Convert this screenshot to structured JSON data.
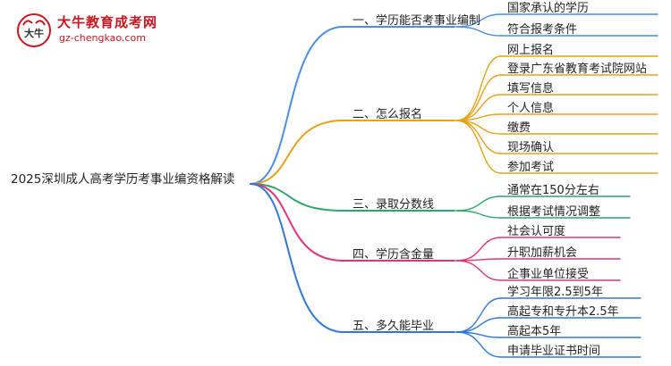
{
  "logo": {
    "title": "大牛教育成考网",
    "url": "gz-chengkao.com",
    "badge_glyph": "大牛"
  },
  "root": {
    "label": "2025深圳成人高考学历考事业编资格解读"
  },
  "branches": [
    {
      "label": "一、学历能否考事业编制",
      "color": "#4a8ee6",
      "children": [
        "国家承认的学历",
        "符合报考条件"
      ]
    },
    {
      "label": "二、怎么报名",
      "color": "#e8a21a",
      "children": [
        "网上报名",
        "登录广东省教育考试院网站",
        "填写信息",
        "个人信息",
        "缴费",
        "现场确认",
        "参加考试"
      ]
    },
    {
      "label": "三、录取分数线",
      "color": "#2aa86a",
      "children": [
        "通常在150分左右",
        "根据考试情况调整"
      ]
    },
    {
      "label": "四、学历含金量",
      "color": "#e0357a",
      "children": [
        "社会认可度",
        "升职加薪机会",
        "企事业单位接受"
      ]
    },
    {
      "label": "五、多久能毕业",
      "color": "#2f78d8",
      "children": [
        "学习年限2.5到5年",
        "高起专和专升本2.5年",
        "高起本5年",
        "申请毕业证书时间"
      ]
    }
  ]
}
